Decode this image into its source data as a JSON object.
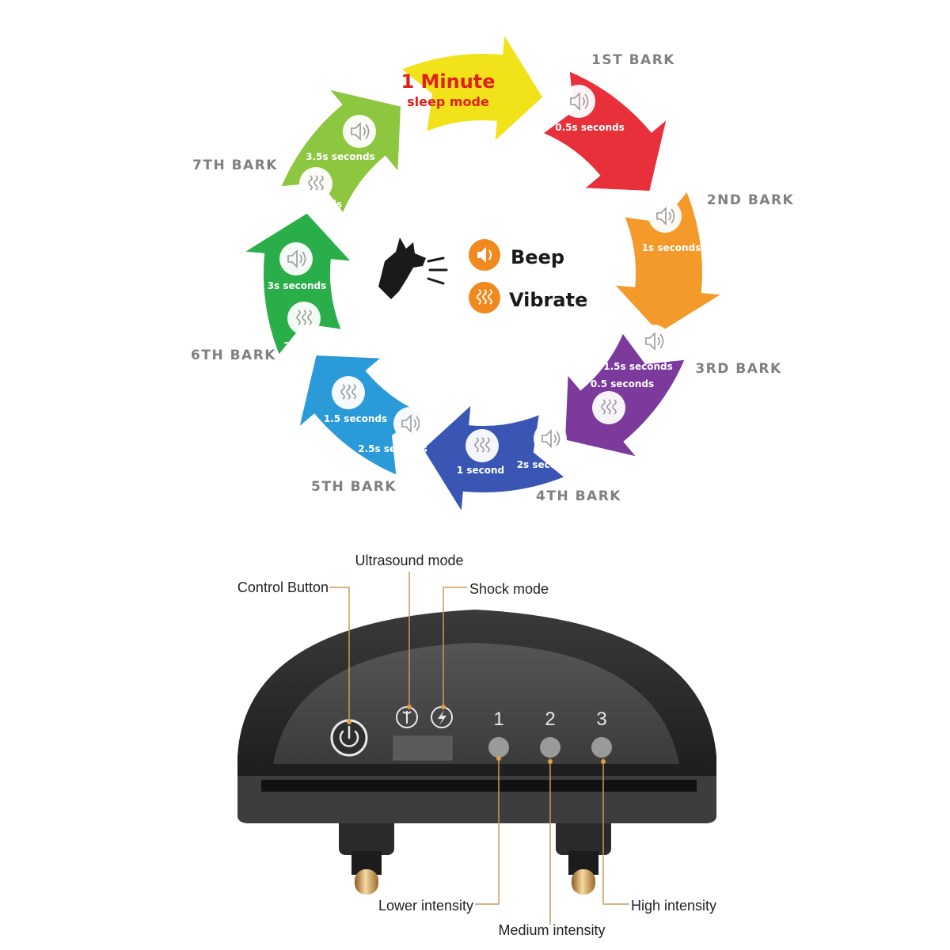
{
  "cycle": {
    "sleep": {
      "title": "1 Minute",
      "subtitle": "sleep mode"
    },
    "barks": [
      {
        "label": "1ST BARK",
        "beep": "0.5s seconds",
        "vibrate": ""
      },
      {
        "label": "2ND BARK",
        "beep": "1s seconds",
        "vibrate": ""
      },
      {
        "label": "3RD BARK",
        "beep": "1.5s seconds",
        "vibrate": "0.5 seconds"
      },
      {
        "label": "4TH BARK",
        "beep": "2s seconds",
        "vibrate": "1 second"
      },
      {
        "label": "5TH BARK",
        "beep": "2.5s seconds",
        "vibrate": "1.5 seconds"
      },
      {
        "label": "6TH BARK",
        "beep": "3s seconds",
        "vibrate": "2 seconds"
      },
      {
        "label": "7TH BARK",
        "beep": "3.5s seconds",
        "vibrate": "2.5 seconds"
      }
    ],
    "legend": {
      "beep": "Beep",
      "vibrate": "Vibrate"
    },
    "colors": {
      "sleep": "#f2e21a",
      "bark1": "#e8303a",
      "bark2": "#f39a2b",
      "bark3": "#7b3a9c",
      "bark4": "#3a56b4",
      "bark5": "#2a9ad8",
      "bark6": "#2aae4a",
      "bark7": "#8dc63f",
      "sleep_title": "#e0201a",
      "legend_icon": "#f08a1e"
    },
    "icons": {
      "beep": "speaker-icon",
      "vibrate": "vibration-icon",
      "dog": "barking-dog-icon"
    }
  },
  "device": {
    "callouts": {
      "control_button": "Control Button",
      "ultrasound_mode": "Ultrasound mode",
      "shock_mode": "Shock mode",
      "lower_intensity": "Lower intensity",
      "medium_intensity": "Medium intensity",
      "high_intensity": "High intensity"
    },
    "indicators": [
      "1",
      "2",
      "3"
    ],
    "icons": {
      "power": "power-icon",
      "ultrasound": "ultrasound-icon",
      "shock": "lightning-icon"
    },
    "colors": {
      "callout_line": "#c89a5a",
      "body": "#2b2b2b",
      "panel": "#4a4a4a"
    }
  }
}
